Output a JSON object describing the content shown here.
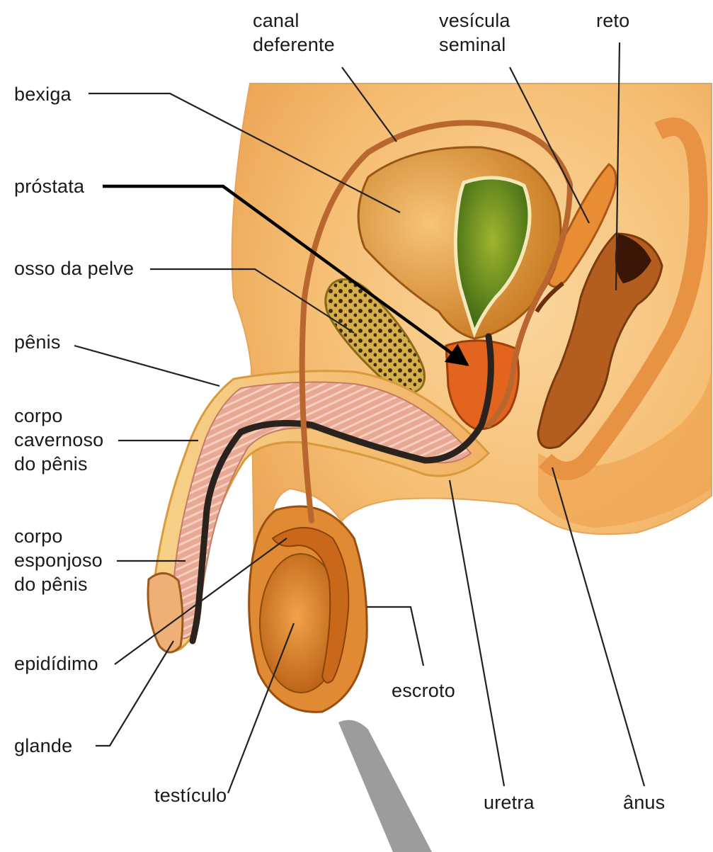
{
  "labels": {
    "canal_deferente": [
      "canal",
      "deferente"
    ],
    "vesicula_seminal": [
      "vesícula",
      "seminal"
    ],
    "reto": "reto",
    "bexiga": "bexiga",
    "prostata": "próstata",
    "osso_da_pelve": "osso da pelve",
    "penis": "pênis",
    "corpo_cavernoso": [
      "corpo",
      "cavernoso",
      "do pênis"
    ],
    "corpo_esponjoso": [
      "corpo",
      "esponjoso",
      "do pênis"
    ],
    "epididimo": "epidídimo",
    "glande": "glande",
    "testiculo": "testículo",
    "escroto": "escroto",
    "uretra": "uretra",
    "anus": "ânus"
  },
  "colors": {
    "skin": "#f7c27d",
    "skin_dark": "#e99a45",
    "bladder_inner": "#4f7d1e",
    "prostate": "#e0641f",
    "rectum": "#a4541a",
    "bone": "#c8a23a",
    "penis_tissue": "#e7a08a",
    "urethra": "#2a221d",
    "vas_deferens": "#b9672f",
    "leader": "#222222",
    "arrow": "#000000"
  }
}
